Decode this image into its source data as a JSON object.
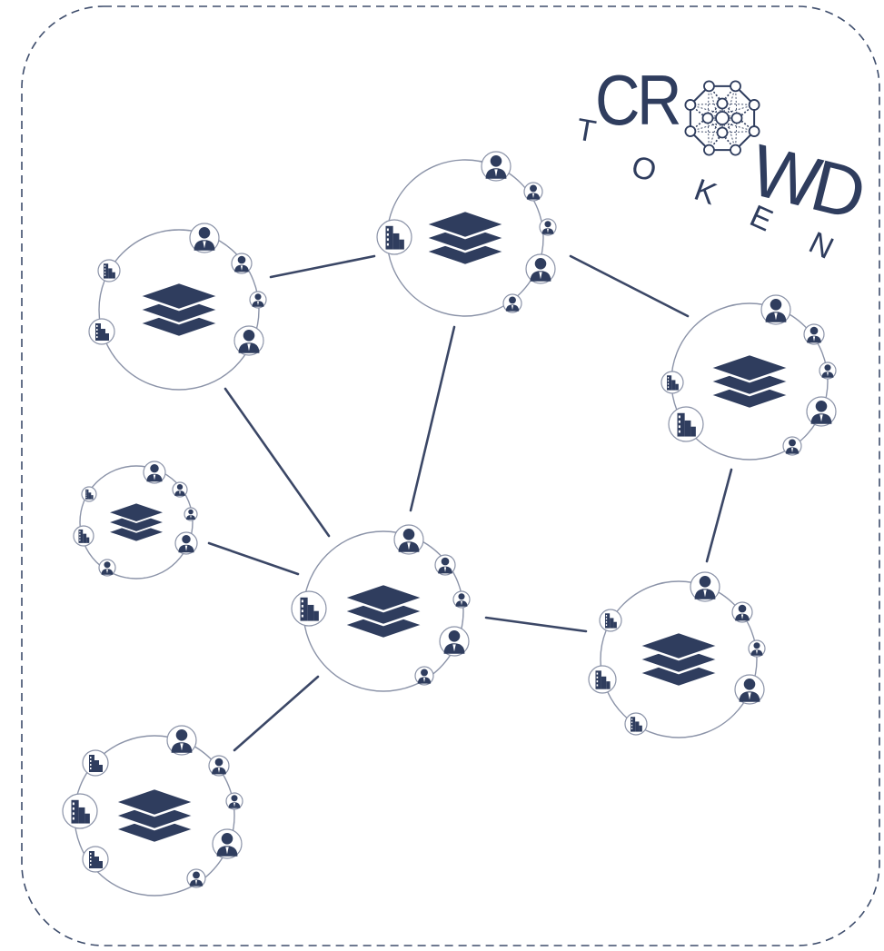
{
  "logo": {
    "word": "CROWD",
    "subword": "TOKEN",
    "letters_left": "CR",
    "letters_right": "WD",
    "token_letters": [
      "T",
      "O",
      "K",
      "E",
      "N"
    ]
  },
  "colors": {
    "primary": "#2f3d5e",
    "ring": "#8b93a8",
    "frame": "#3e4d6c",
    "background": "#ffffff"
  },
  "icons": {
    "hub": "layers-stack-icon",
    "person": "person-icon",
    "building": "building-icon"
  }
}
